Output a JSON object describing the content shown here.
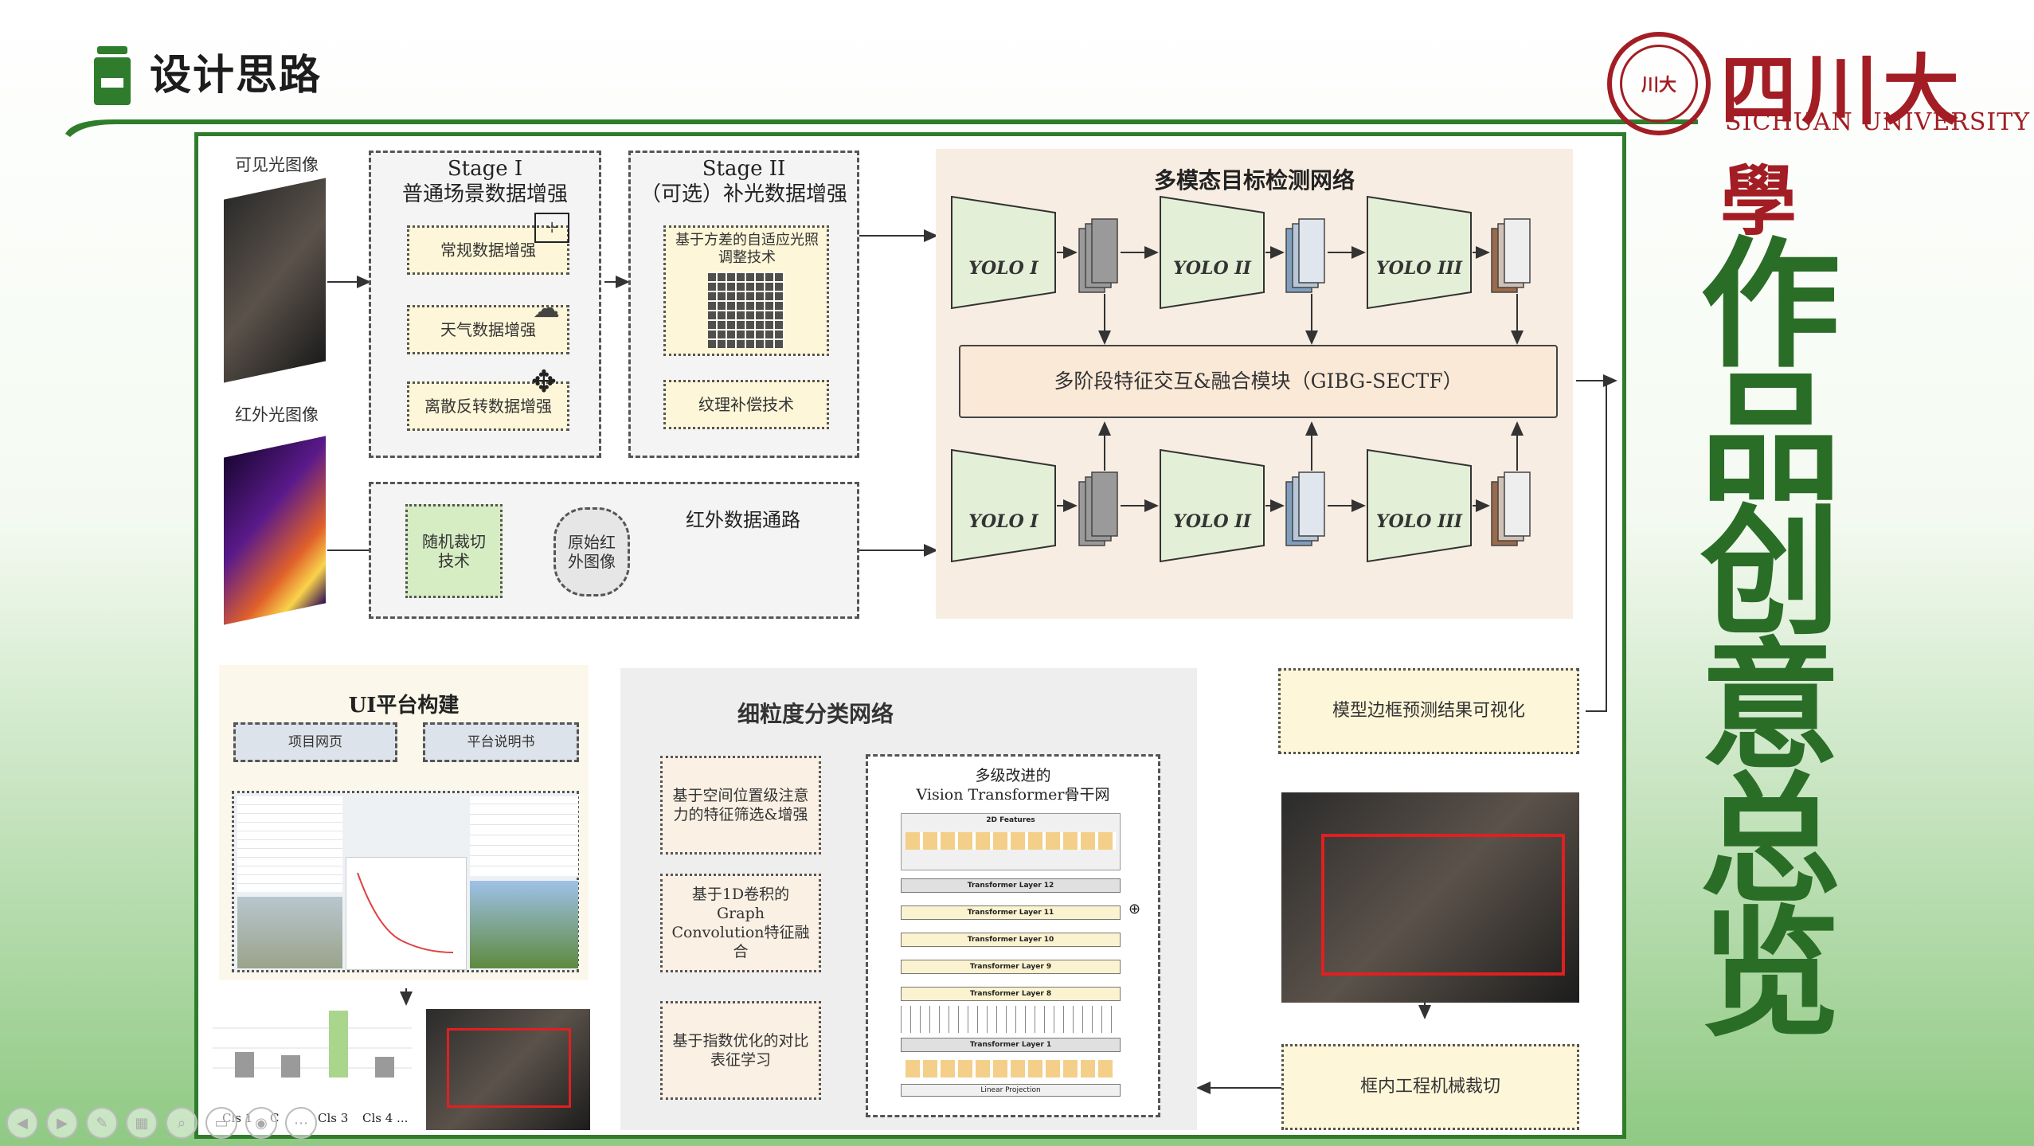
{
  "header": {
    "title": "设计思路"
  },
  "logo": {
    "seal_text": "川大",
    "name_cn": "四川大學",
    "name_en": "SICHUAN UNIVERSITY"
  },
  "slogan": [
    "作",
    "品",
    "创",
    "意",
    "总",
    "览"
  ],
  "inputs": {
    "visible_label": "可见光图像",
    "infrared_label": "红外光图像"
  },
  "stage1": {
    "title": "Stage I",
    "subtitle": "普通场景数据增强",
    "items": [
      "常规数据增强",
      "天气数据增强",
      "离散反转数据增强"
    ]
  },
  "stage2": {
    "title": "Stage II",
    "subtitle": "（可选）补光数据增强",
    "adaptive": "基于方差的自适应光照调整技术",
    "texture": "纹理补偿技术"
  },
  "ir_path": {
    "title": "红外数据通路",
    "crop": "随机裁切技术",
    "raw": "原始红外图像"
  },
  "detection": {
    "title": "多模态目标检测网络",
    "yolo": [
      "YOLO I",
      "YOLO II",
      "YOLO III"
    ],
    "fusion": "多阶段特征交互&融合模块（GIBG-SECTF）"
  },
  "visualize": {
    "bbox_viz": "模型边框预测结果可视化",
    "crop": "框内工程机械裁切"
  },
  "ui_platform": {
    "title": "UI平台构建",
    "project_page": "项目网页",
    "manual": "平台说明书"
  },
  "classify": {
    "title": "细粒度分类网络",
    "spatial": "基于空间位置级注意力的特征筛选&增强",
    "graph": "基于1D卷积的Graph Convolution特征融合",
    "contrast": "基于指数优化的对比表征学习",
    "vit_title_cn": "多级改进的",
    "vit_title_en": "Vision Transformer骨干网",
    "features_2d": "2D Features",
    "layers": [
      "Transformer Layer 12",
      "Transformer Layer 11",
      "Transformer Layer 10",
      "Transformer Layer 9",
      "Transformer Layer 8",
      "Transformer Layer 1"
    ],
    "linear": "Linear Projection"
  },
  "bar_chart": {
    "labels": [
      "Cls 1",
      "C",
      "Cls 3",
      "Cls 4 ..."
    ]
  },
  "colors": {
    "accent": "#2f7d2c",
    "brand": "#a31d24",
    "slogan": "#2a6d27"
  }
}
